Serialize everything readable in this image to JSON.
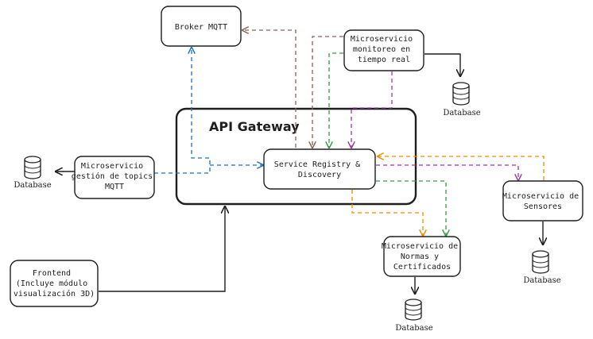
{
  "diagram": {
    "gateway_title": "API Gateway",
    "nodes": {
      "broker": [
        "Broker MQTT"
      ],
      "monitoring": [
        "Microservicio",
        "monitoreo en",
        "tiempo real"
      ],
      "registry": [
        "Service Registry &",
        "Discovery"
      ],
      "topics": [
        "Microservicio",
        "gestión de topics",
        "MQTT"
      ],
      "sensors": [
        "Microservicio de",
        "Sensores"
      ],
      "norms": [
        "Microservicio de",
        "Normas y",
        "Certificados"
      ],
      "frontend": [
        "Frontend",
        "(Incluye módulo",
        "visualización 3D)"
      ]
    },
    "databases": {
      "monitoring": "Database",
      "topics": "Database",
      "sensors": "Database",
      "norms": "Database"
    },
    "colors": {
      "ink": "#1e1e1e",
      "blue": "#1971c2",
      "brown": "#846358",
      "green": "#2f9e44",
      "purple": "#9c36b5",
      "orange": "#f08c00"
    }
  }
}
